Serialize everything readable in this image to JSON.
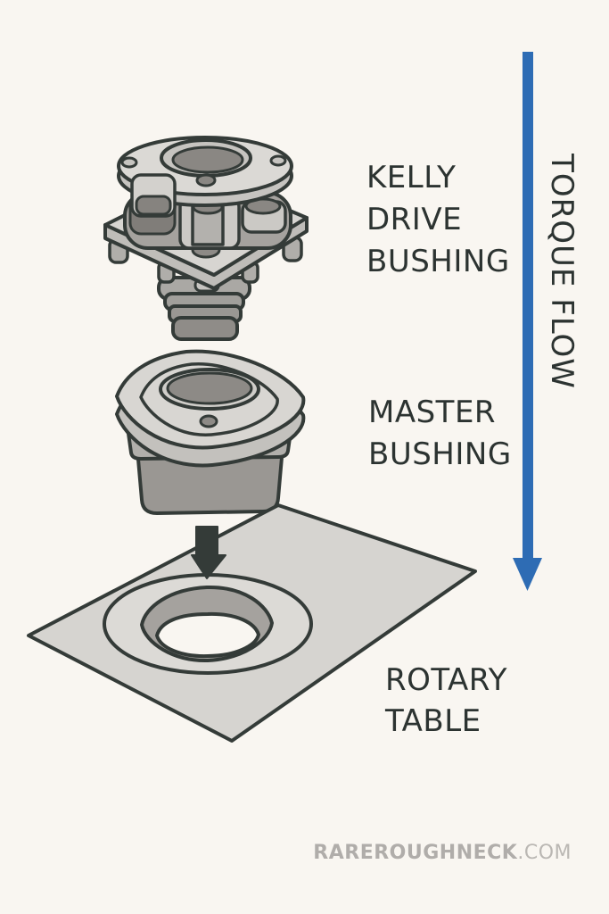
{
  "page": {
    "background": "#f9f6f1"
  },
  "colors": {
    "accent_blue": "#2e6cb4",
    "outline_dark": "#343b38",
    "text_dark": "#2c3331",
    "watermark_gray": "#b0adaa",
    "metal_light": "#d8d6d2",
    "metal_mid": "#aaa8a4",
    "metal_dark": "#8d8a86"
  },
  "diagram": {
    "torque_flow_label": "TORQUE FLOW",
    "components": [
      {
        "id": "kelly-drive-bushing",
        "label_lines": [
          "KELLY",
          "DRIVE",
          "BUSHING"
        ]
      },
      {
        "id": "master-bushing",
        "label_lines": [
          "MASTER",
          "BUSHING"
        ]
      },
      {
        "id": "rotary-table",
        "label_lines": [
          "ROTARY",
          "TABLE"
        ]
      }
    ]
  },
  "watermark": {
    "brand": "RAREROUGHNECK",
    "suffix": ".COM"
  }
}
